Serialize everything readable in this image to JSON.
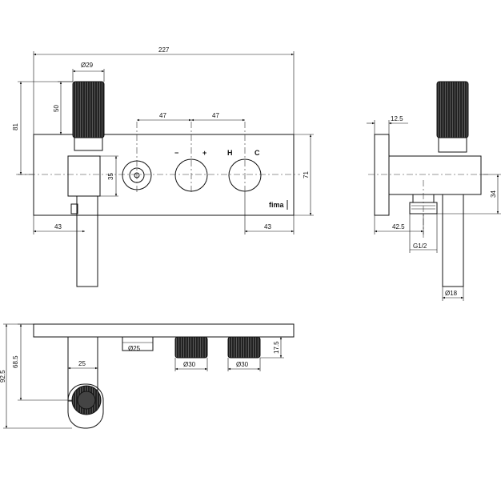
{
  "brand": "fima",
  "symbols": {
    "minus": "−",
    "plus": "+",
    "hot": "H",
    "cold": "C"
  },
  "dimensions": {
    "front_width": "227",
    "knob_diameter": "Ø29",
    "knob_height": "50",
    "total_height": "81",
    "spacing_left": "47",
    "spacing_right": "47",
    "spout_height": "35",
    "plate_height": "71",
    "left_offset": "43",
    "right_offset": "43",
    "side_plate": "12.5",
    "side_depth": "42.5",
    "side_offset": "34",
    "thread": "G1/2",
    "spout_diameter": "Ø18",
    "top_diverter": "Ø25",
    "top_knob_left": "Ø30",
    "top_knob_right": "Ø30",
    "top_knob_depth": "17.5",
    "top_spout_width": "25",
    "top_inner_depth": "68.5",
    "top_total_depth": "92.5"
  }
}
